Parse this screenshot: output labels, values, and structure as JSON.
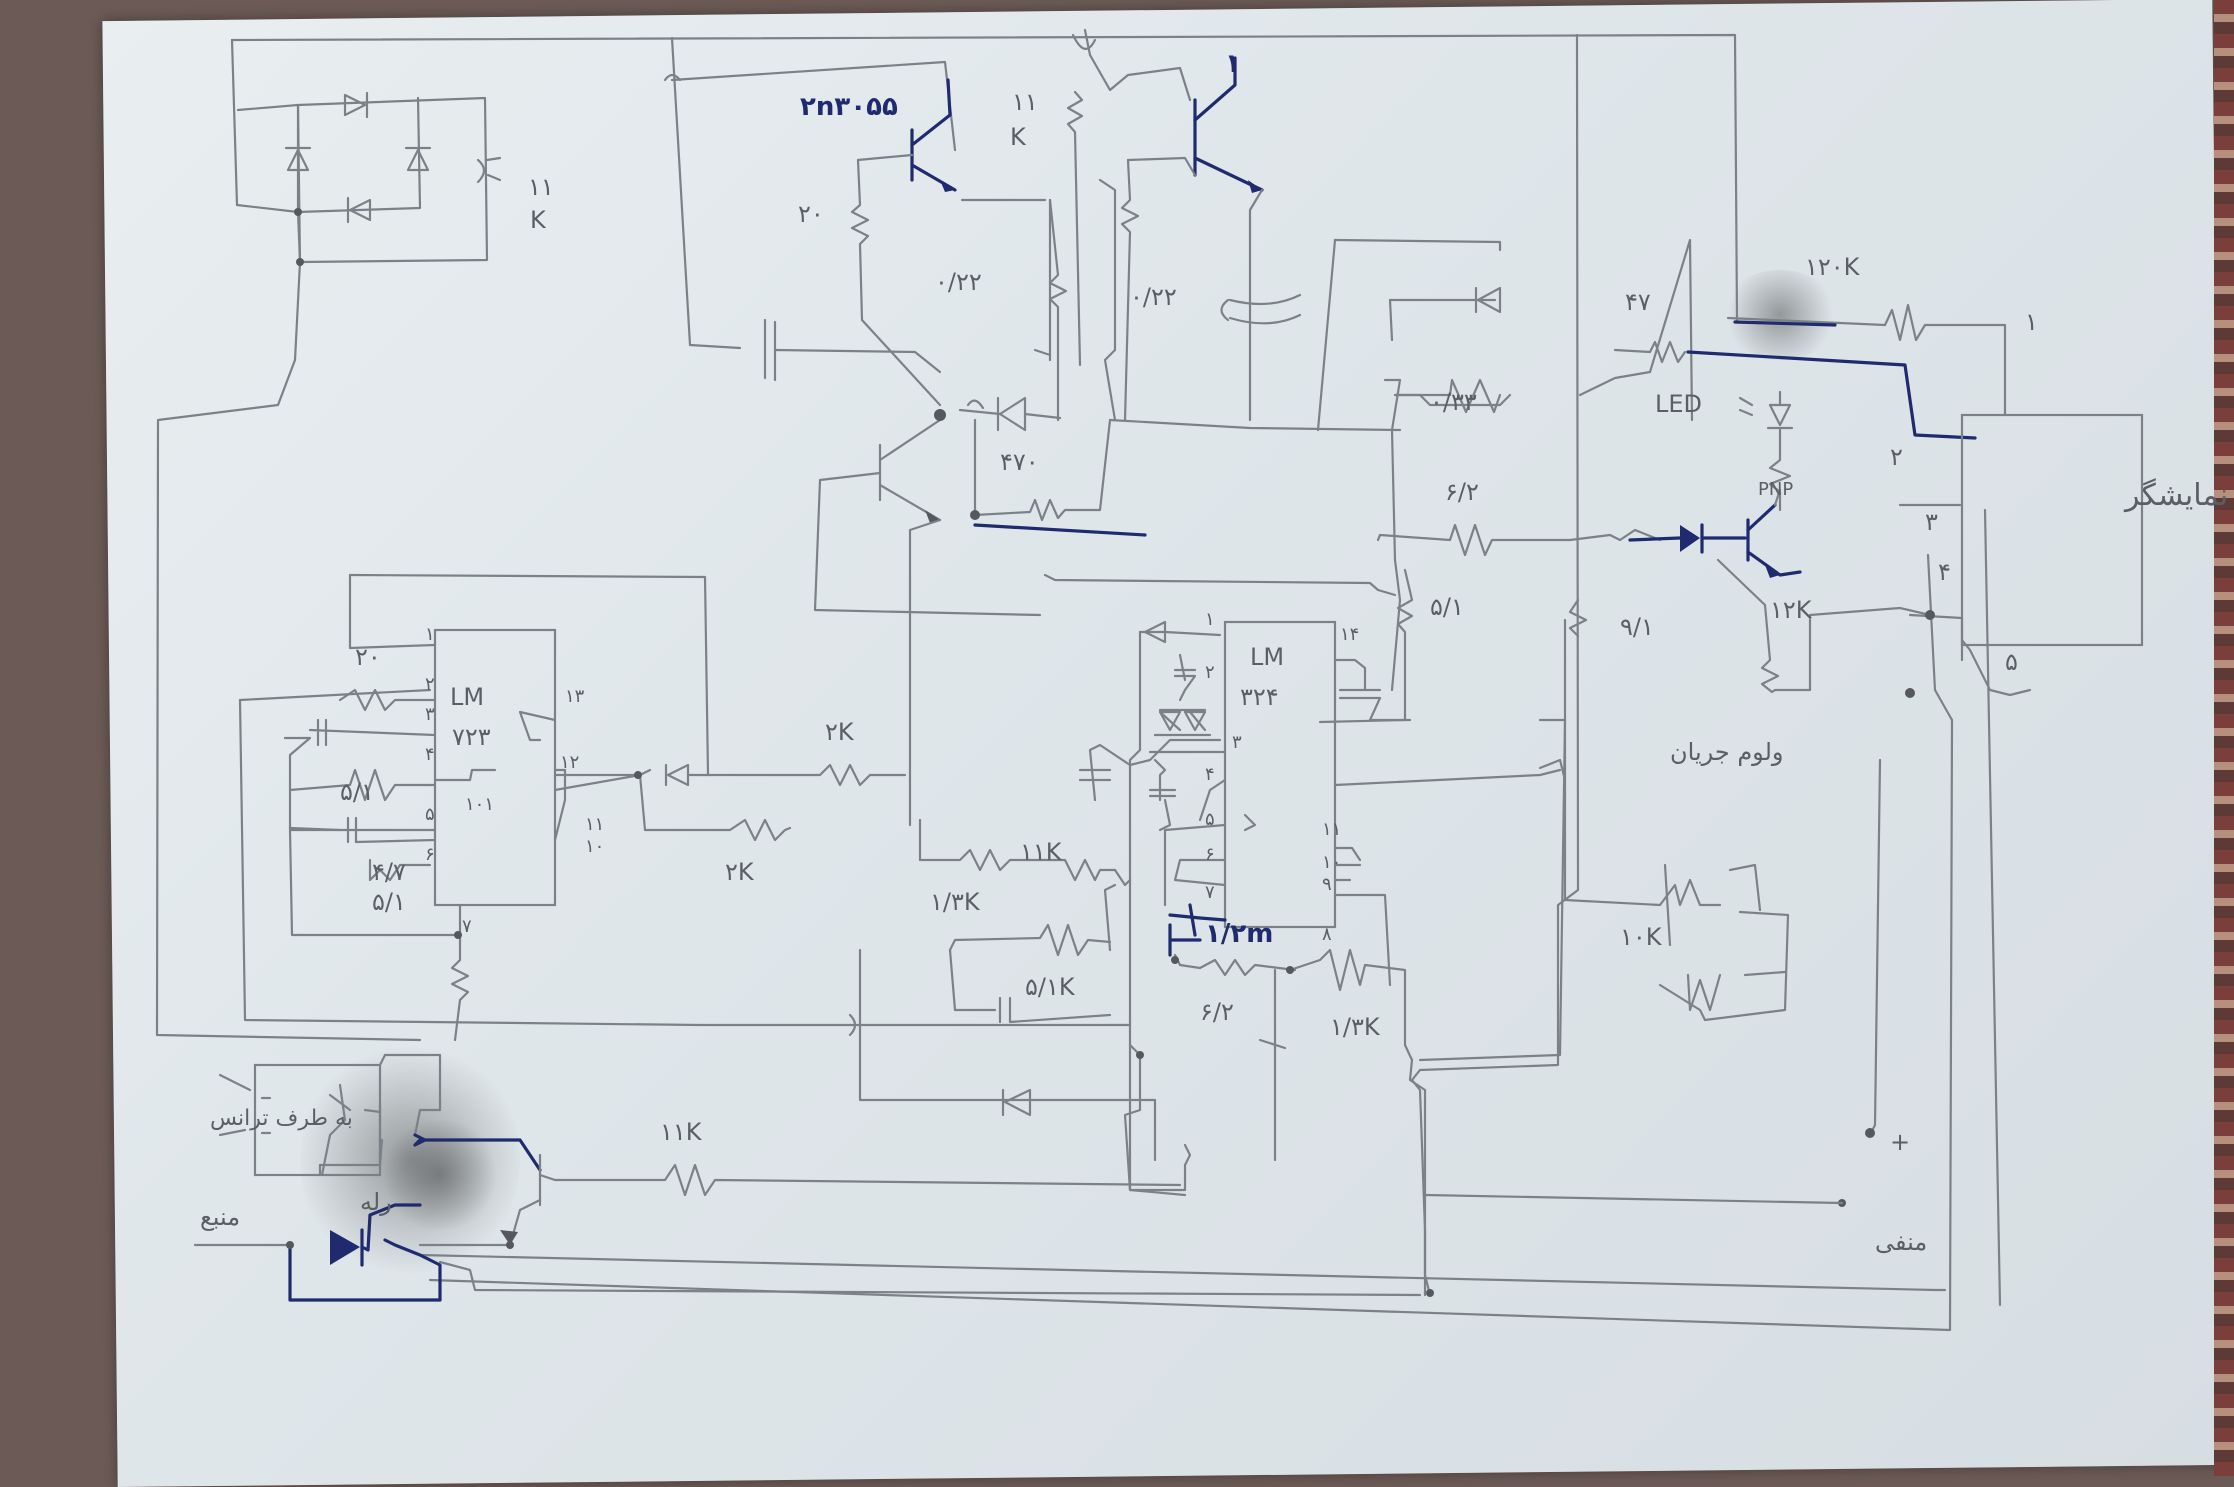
{
  "labels": {
    "transistor_top_left": "۲n۳۰۵۵",
    "transistor_top_right": "۱",
    "res_11k_top": "۱۱",
    "res_k_top": "K",
    "res_20_left": "۲۰",
    "res_022_a": "۰/۲۲",
    "res_022_b": "۰/۲۲",
    "res_4700": "۴۷۰",
    "bridge_cap": "۱۱",
    "bridge_cap_k": "K",
    "res_47": "۴۷",
    "res_033": "۰/۳۳",
    "led_label": "LED",
    "res_62_right": "۶/۲",
    "res_51_right": "۵/۱",
    "res_91": "۹/۱",
    "pnp_label": "PNP",
    "res_12k": "۱۲K",
    "res_120k": "۱۲۰K",
    "panel_label": "پنل نمایشگر",
    "panel_pin1": "۱",
    "panel_pin2": "۲",
    "panel_pin3": "۳",
    "panel_pin4": "۴",
    "panel_pin5": "۵",
    "volume_label": "ولوم جریان",
    "pot_10k": "۱۰K",
    "lm723_a": "LM",
    "lm723_b": "۷۲۳",
    "lm723_cap": "۱۰۱",
    "lm723_pin1": "۱",
    "lm723_pin2": "۲",
    "lm723_pin3": "۳",
    "lm723_pin4": "۴",
    "lm723_pin5": "۵",
    "lm723_pin6": "۶",
    "lm723_pin7": "۷",
    "lm723_pin10": "۱۰",
    "lm723_pin11": "۱۱",
    "lm723_pin12": "۱۲",
    "lm723_pin13": "۱۳",
    "res_20_lm": "۲۰",
    "res_51_lm_a": "۵/۱",
    "res_51_lm_b": "۵/۱",
    "res_47_lm": "۴/۷",
    "res_2k_a": "۲K",
    "res_2k_b": "۲K",
    "lm324_a": "LM",
    "lm324_b": "۳۲۴",
    "lm324_pin1": "۱",
    "lm324_pin2": "۲",
    "lm324_pin3": "۳",
    "lm324_pin4": "۴",
    "lm324_pin5": "۵",
    "lm324_pin6": "۶",
    "lm324_pin7": "۷",
    "lm324_pin8": "۸",
    "lm324_pin9": "۹",
    "lm324_pin10": "۱۰",
    "lm324_pin11": "۱۱",
    "lm324_pin14": "۱۴",
    "res_11k_mid": "۱۱K",
    "res_13k": "۱/۳K",
    "res_51k": "۵/۱K",
    "res_12m": "۱/۲m",
    "res_62_bottom": "۶/۲",
    "res_13k_bottom": "۱/۳K",
    "res_11k_bottom": "۱۱K",
    "relay_label": "رله",
    "relay_side": "به طرف ترانس",
    "source_label": "منبع",
    "neg_label": "منفی",
    "plus_label": "+"
  }
}
